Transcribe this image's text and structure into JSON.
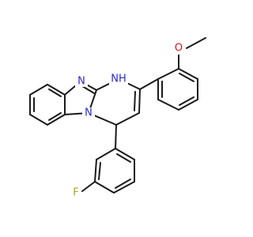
{
  "atom_labels": {
    "n_imine": "N",
    "nh": "NH",
    "n_ring": "N",
    "o_methoxy": "O",
    "f": "F"
  },
  "colors": {
    "bond": "#1a1a1a",
    "nitrogen": "#2a2acc",
    "oxygen": "#cc1a1a",
    "fluorine": "#a7a71f"
  }
}
